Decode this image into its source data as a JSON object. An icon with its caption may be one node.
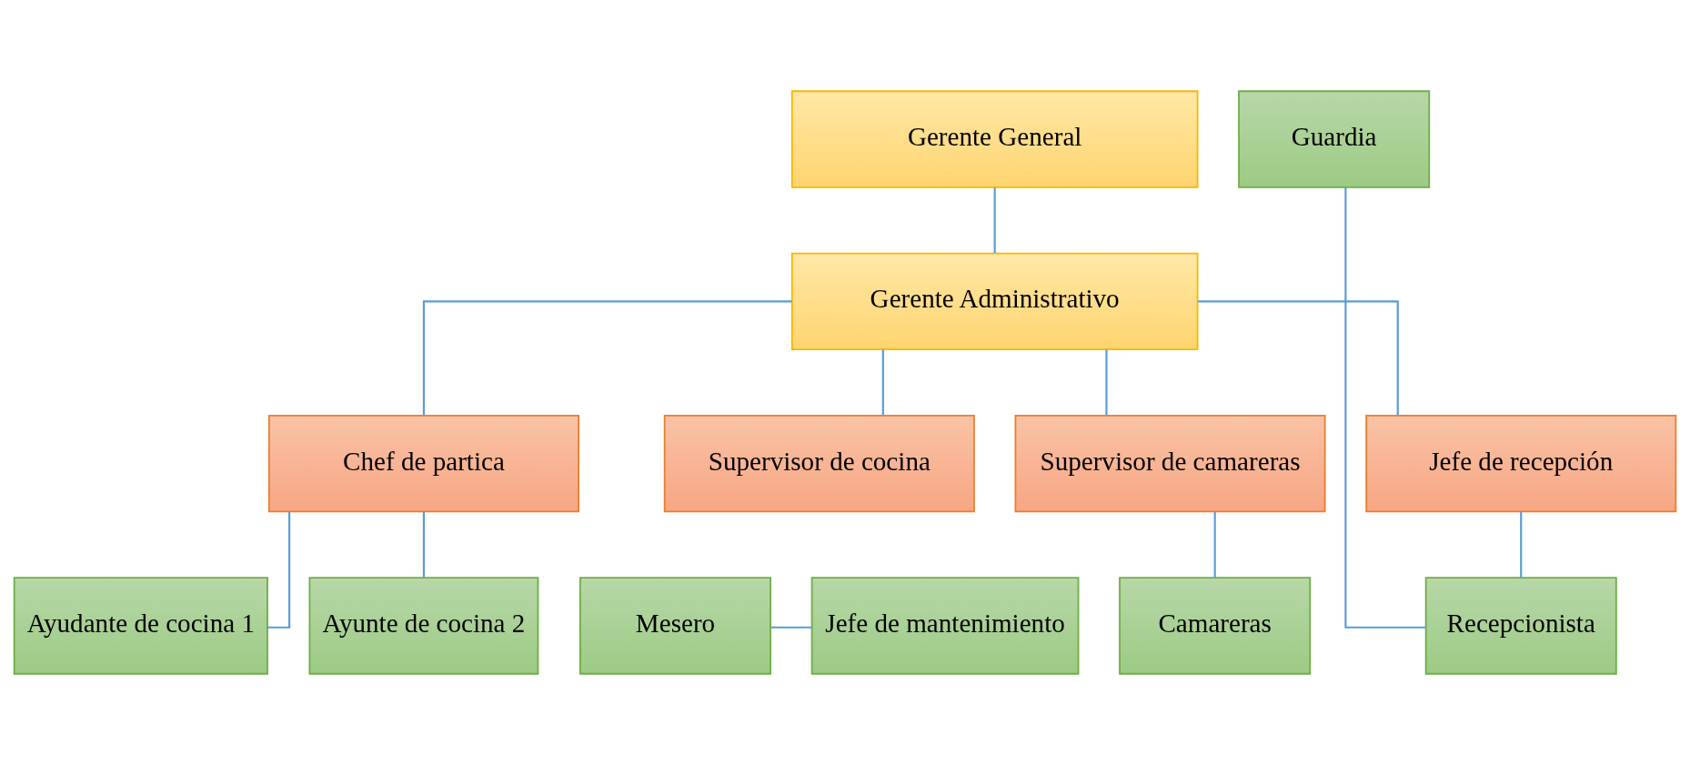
{
  "diagram": {
    "nodes": [
      {
        "text": [
          "Gerente General"
        ]
      },
      {
        "text": [
          "Gerente Administrativo"
        ]
      },
      {
        "text": [
          "Chef de partica"
        ]
      },
      {
        "text": [
          "Supervisor de cocina"
        ]
      },
      {
        "text": [
          "Supervisor de camareras"
        ]
      },
      {
        "text": [
          "Jefe de recepción"
        ]
      },
      {
        "text": [
          "Ayudante de cocina 1"
        ]
      },
      {
        "text": [
          "Ayunte de cocina 2"
        ]
      },
      {
        "text": [
          "Mesero"
        ]
      },
      {
        "text": [
          "Jefe de mantenimiento"
        ]
      },
      {
        "text": [
          "Camareras"
        ]
      },
      {
        "text": [
          "Recepcionista"
        ]
      },
      {
        "text": [
          "Guardia"
        ]
      }
    ],
    "edges": [
      {
        "from": 0,
        "to": 1,
        "arrow": "none"
      },
      {
        "from": 1,
        "to": 2,
        "arrow": "none"
      },
      {
        "from": 1,
        "to": 3,
        "arrow": "none"
      },
      {
        "from": 1,
        "to": 4,
        "arrow": "none"
      },
      {
        "from": 1,
        "to": 5,
        "arrow": "none"
      },
      {
        "from": 2,
        "to": 6,
        "arrow": "none"
      },
      {
        "from": 2,
        "to": 7,
        "arrow": "none"
      },
      {
        "from": 8,
        "to": 9,
        "arrow": "none"
      },
      {
        "from": 4,
        "to": 10,
        "arrow": "none"
      },
      {
        "from": 5,
        "to": 11,
        "arrow": "none"
      },
      {
        "from": 11,
        "to": 12,
        "arrow": "none"
      }
    ]
  }
}
